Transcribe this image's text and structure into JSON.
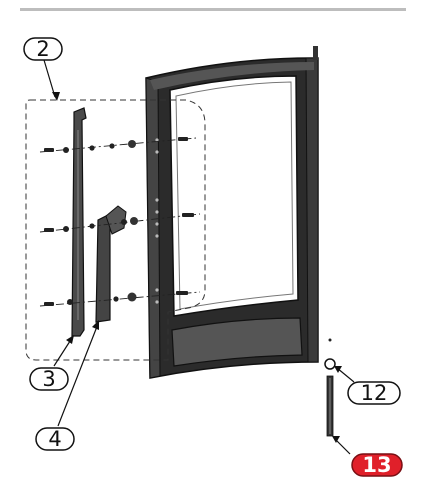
{
  "callouts": [
    {
      "id": "2",
      "label": "2",
      "highlighted": false
    },
    {
      "id": "3",
      "label": "3",
      "highlighted": false
    },
    {
      "id": "4",
      "label": "4",
      "highlighted": false
    },
    {
      "id": "12",
      "label": "12",
      "highlighted": false
    },
    {
      "id": "13",
      "label": "13",
      "highlighted": true
    }
  ],
  "colors": {
    "frame": "#2b2b2b",
    "frame_dark": "#111111",
    "glass": "#ffffff",
    "highlight": "#e0202a",
    "line": "#1a1a1a",
    "top_rule": "#bdbdbd"
  }
}
